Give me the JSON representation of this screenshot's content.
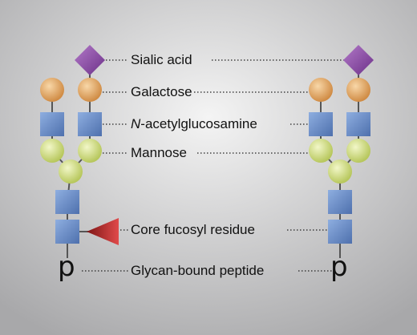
{
  "labels": {
    "sialic_acid": "Sialic acid",
    "galactose": "Galactose",
    "glcnac_italic": "N",
    "glcnac_rest": "-acetylglucosamine",
    "mannose": "Mannose",
    "fucose": "Core fucosyl residue",
    "peptide": "Glycan-bound peptide"
  },
  "peptide_glyph": "p",
  "colors": {
    "sialic_acid": "#8e4aa6",
    "galactose": "#e0a060",
    "glcnac": "#6f90c8",
    "mannose": "#cfdc84",
    "fucose": "#c62f2f",
    "background_top": "#f2f2f2",
    "background_bottom": "#a9a9ab"
  }
}
